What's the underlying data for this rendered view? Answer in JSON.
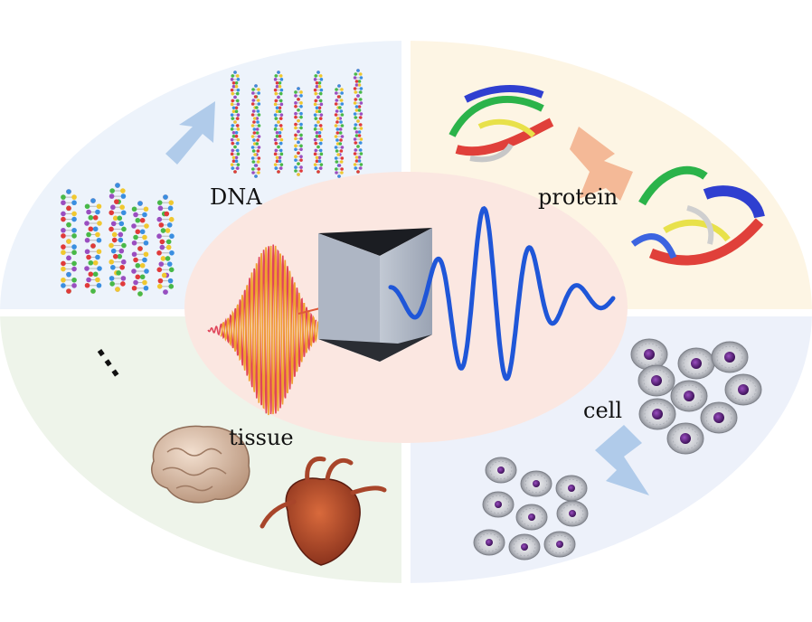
{
  "labels": {
    "dna": "DNA",
    "protein": "protein",
    "cell": "cell",
    "tissue": "tissue",
    "more": "⋮"
  },
  "colors": {
    "dna_quadrant": "#edf3fb",
    "protein_quadrant": "#fdf5e4",
    "cell_quadrant": "#edf1fa",
    "tissue_quadrant": "#eef4ea",
    "center_ellipse": "#fbe7e1",
    "arrow_blue": "#a9c6e8",
    "arrow_orange": "#f3b38e",
    "pulse_red": "#e0455a",
    "pulse_orange": "#f0a030",
    "wave_blue": "#1f56d8",
    "prism_side": "#aeb6c4",
    "prism_dark": "#1b1d22"
  },
  "icons": [
    "dna-helix-icon",
    "protein-ribbon-icon",
    "cell-icon",
    "brain-icon",
    "heart-icon",
    "prism-icon",
    "pulse-icon",
    "waveform-icon"
  ]
}
